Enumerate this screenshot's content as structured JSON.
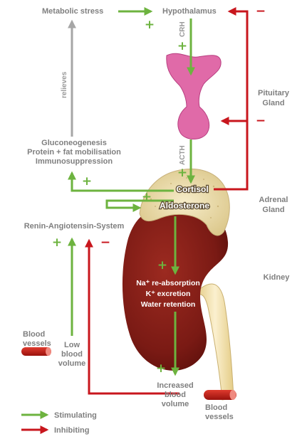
{
  "labels": {
    "metabolic_stress": "Metabolic stress",
    "hypothalamus": "Hypothalamus",
    "crh": "CRH",
    "relieves": "relieves",
    "pituitary_line1": "Pituitary",
    "pituitary_line2": "Gland",
    "acth": "ACTH",
    "effects_line1": "Gluconeogenesis",
    "effects_line2": "Protein + fat mobilisation",
    "effects_line3": "Immunosuppression",
    "cortisol": "Cortisol",
    "aldosterone": "Aldosterone",
    "adrenal_line1": "Adrenal",
    "adrenal_line2": "Gland",
    "ras": "Renin-Angiotensin-System",
    "kidney": "Kidney",
    "kidney_effect1": "Na⁺ re-absorption",
    "kidney_effect2": "K⁺ excretion",
    "kidney_effect3": "Water retention",
    "blood_vessels_left_line1": "Blood",
    "blood_vessels_left_line2": "vessels",
    "low_volume_line1": "Low",
    "low_volume_line2": "blood",
    "low_volume_line3": "volume",
    "increased_line1": "Increased",
    "increased_line2": "blood",
    "increased_line3": "volume",
    "blood_vessels_right_line1": "Blood",
    "blood_vessels_right_line2": "vessels"
  },
  "signs": {
    "plus": "+",
    "minus": "−"
  },
  "legend": {
    "stimulating": "Stimulating",
    "inhibiting": "Inhibiting"
  },
  "colors": {
    "stimulating": "#6db33f",
    "inhibiting": "#c8161d",
    "label": "#7f7f7f",
    "relieves_arrow": "#a6a6a6",
    "kidney": "#7a1a14",
    "ureter": "#f1dfa8",
    "adrenal": "#efe2b8",
    "pituitary": "#e06aa8"
  }
}
